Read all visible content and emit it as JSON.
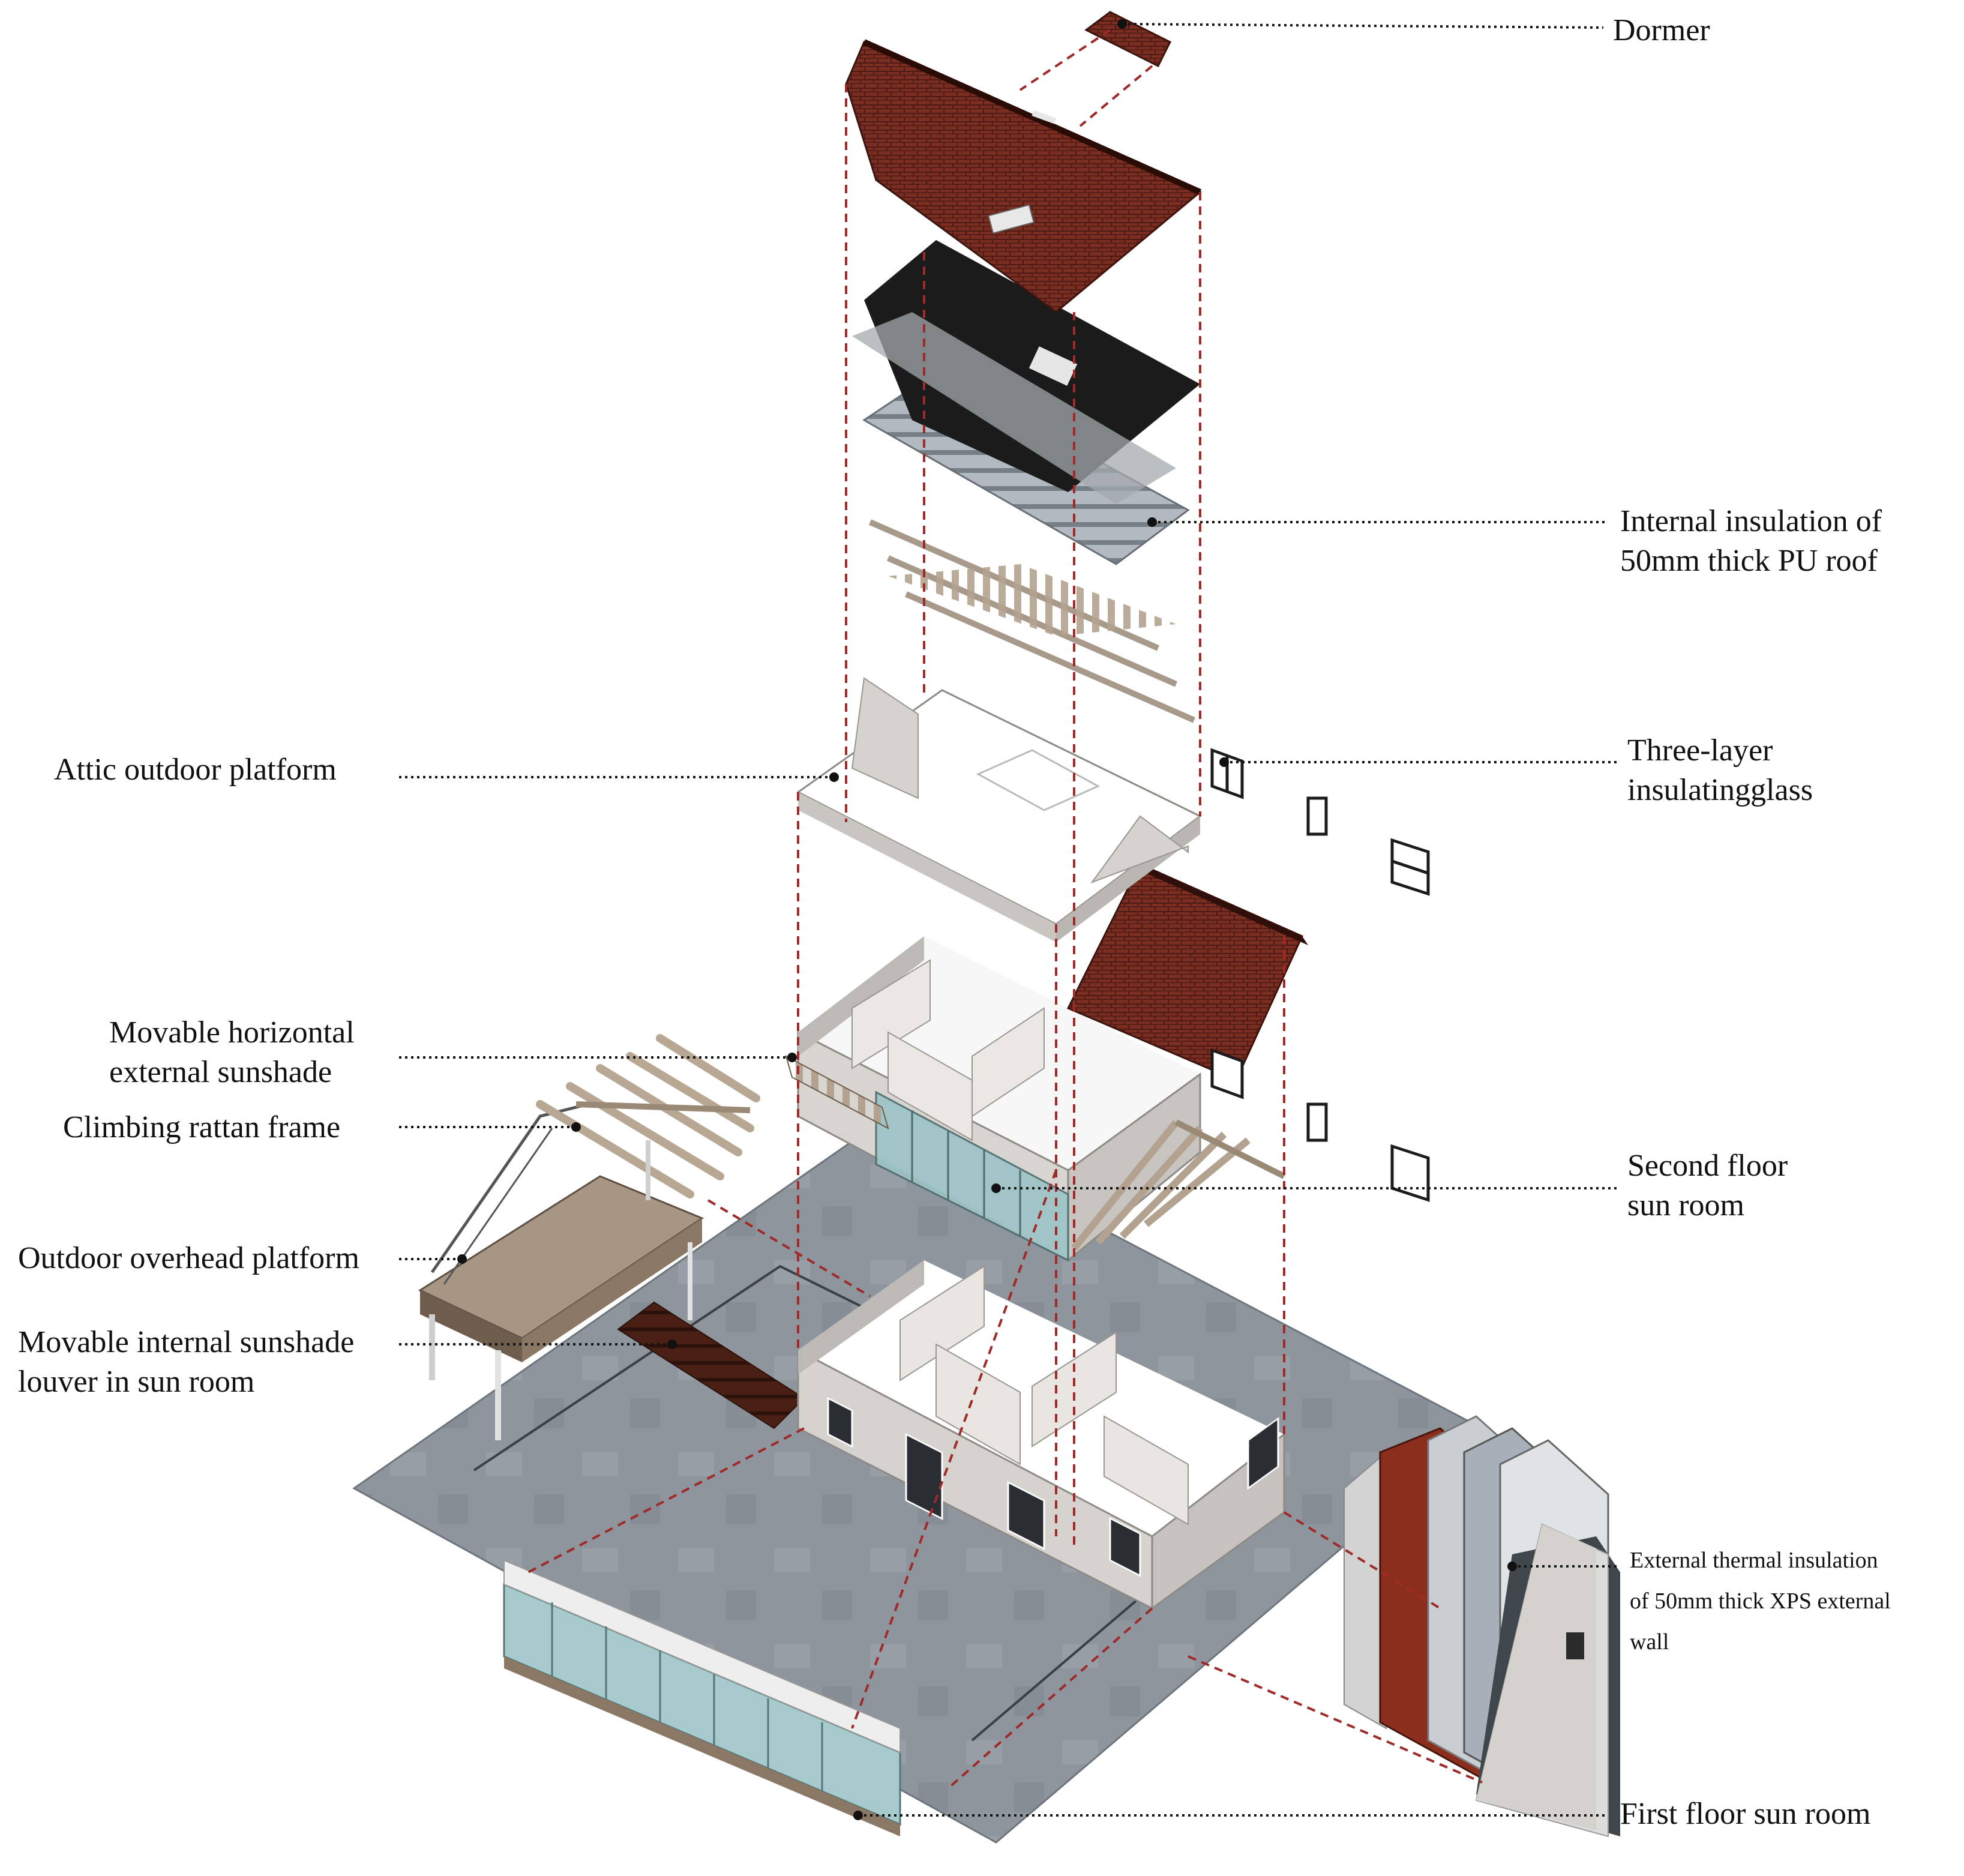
{
  "labels": {
    "dormer": "Dormer",
    "roof_insulation": [
      "Internal insulation of",
      "50mm thick PU roof"
    ],
    "attic_platform": "Attic outdoor platform",
    "insulating_glass": [
      "Three-layer",
      "insulatingglass"
    ],
    "horizontal_sunshade": [
      "Movable horizontal",
      "external sunshade"
    ],
    "rattan_frame": "Climbing rattan frame",
    "second_floor_sunroom": [
      "Second floor",
      "sun room"
    ],
    "overhead_platform": "Outdoor overhead platform",
    "internal_louver": [
      "Movable internal sunshade",
      "louver in sun room"
    ],
    "xps_wall": [
      "External thermal insulation",
      "of 50mm thick XPS external",
      "wall"
    ],
    "first_floor_sunroom": "First floor sun room"
  },
  "colors": {
    "roof_tile": "#7a2e22",
    "roof_tile_dark": "#5a1e16",
    "membrane": "#1b1b1b",
    "insulation": "#9aa2aa",
    "wall": "#d9d5d0",
    "floor_white": "#f4f2f0",
    "ground": "#8f969e",
    "glass": "#b8d6d8",
    "timber": "#a8947e",
    "guide_line": "#9e2a2a",
    "leader_line": "#111111"
  }
}
